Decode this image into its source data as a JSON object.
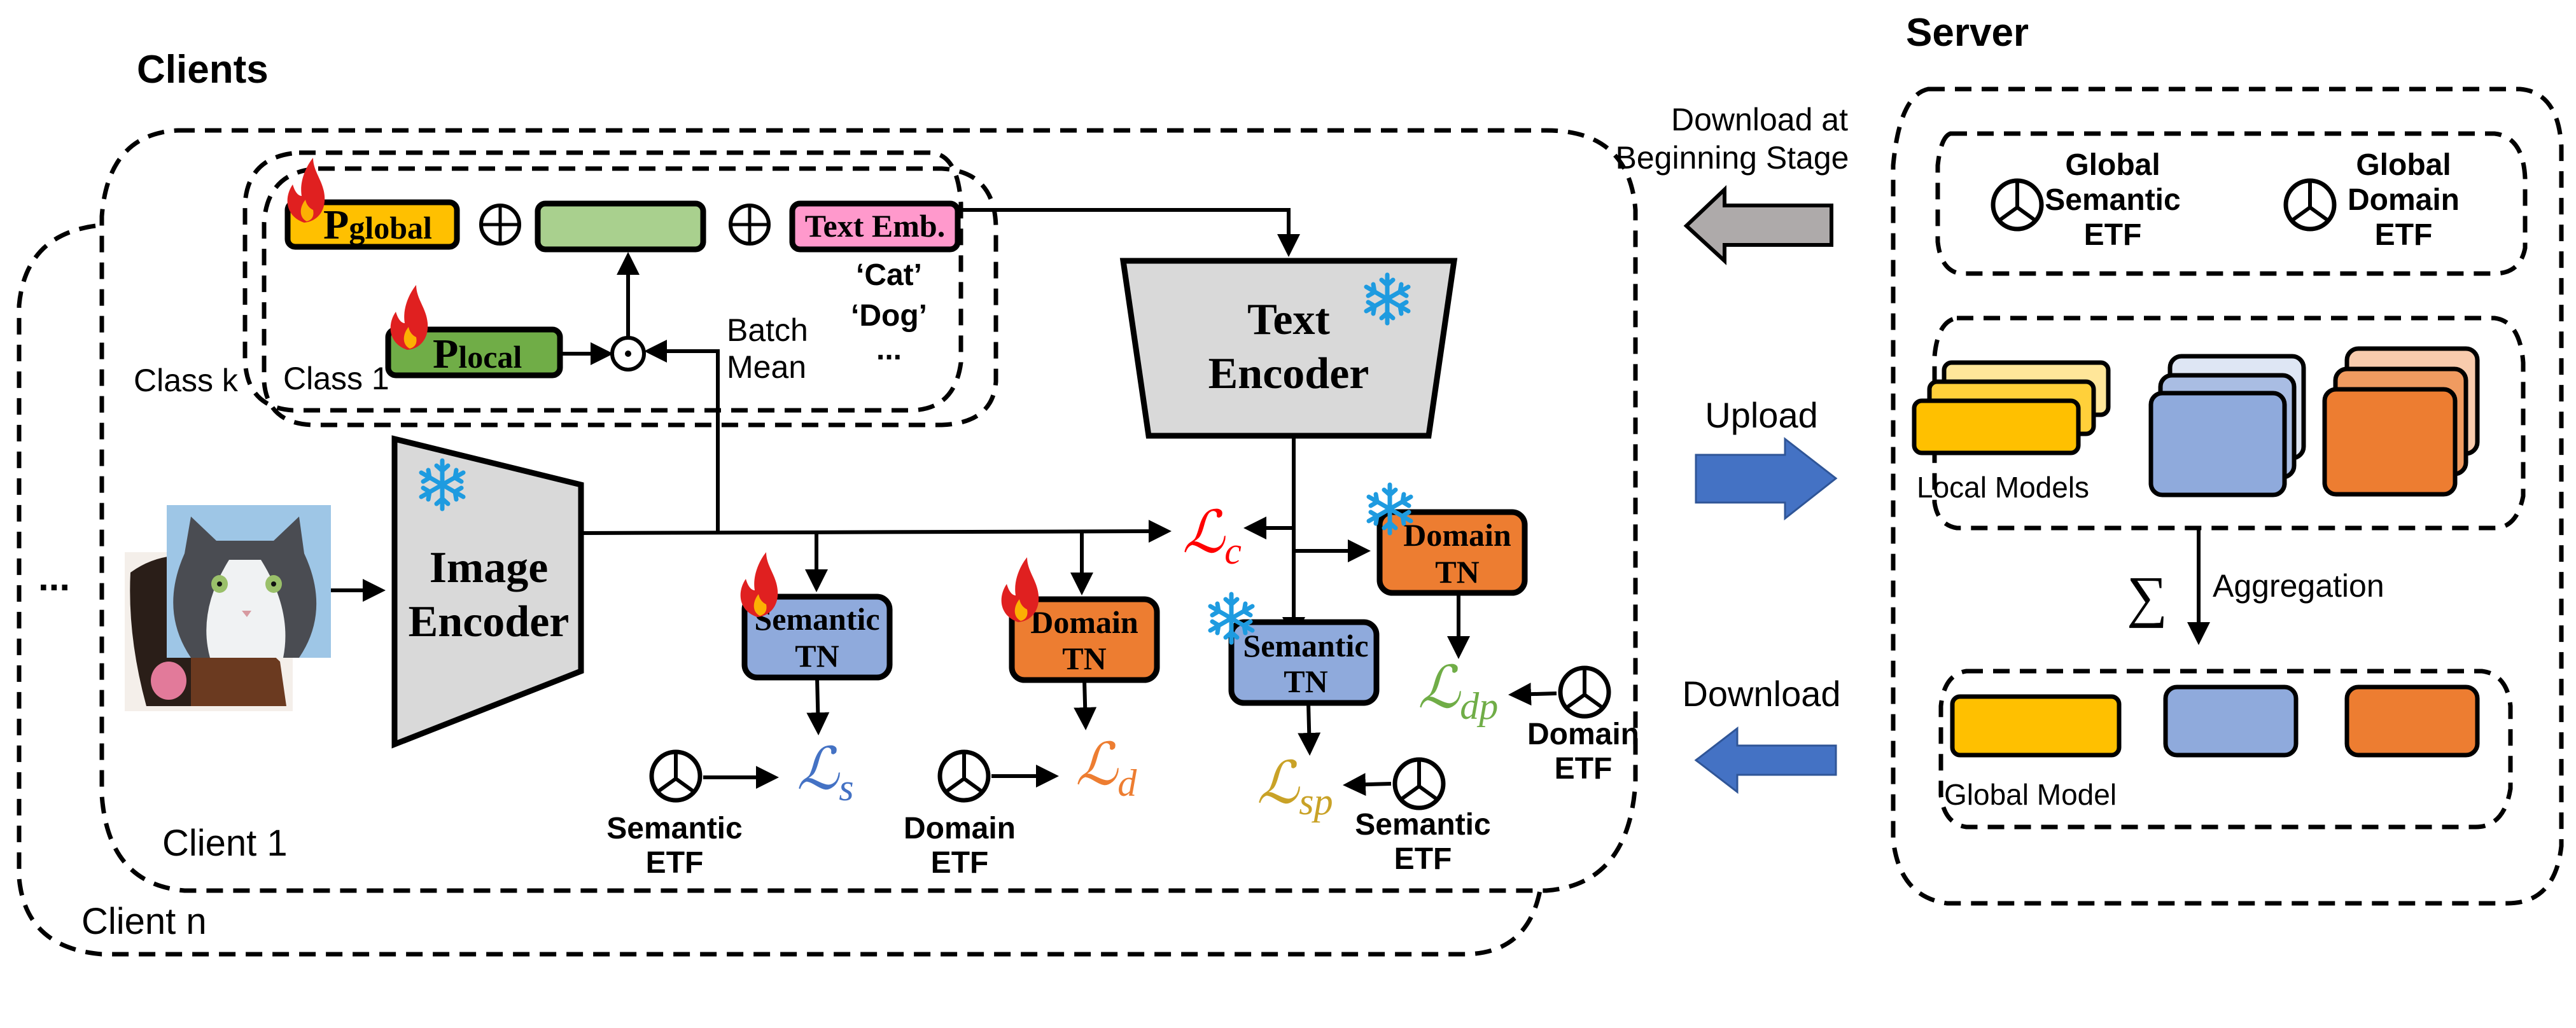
{
  "clients": {
    "title": "Clients",
    "client_1_label": "Client 1",
    "client_n_label": "Client n",
    "ellipsis": "...",
    "prompt_group": {
      "class_k_label": "Class k",
      "class_1_label": "Class 1",
      "p_global": {
        "letter": "P",
        "subscript": "global",
        "status": "trainable",
        "color": "#FFC000"
      },
      "middle_block": {
        "label": "",
        "color": "#A9D08E"
      },
      "text_emb": {
        "label": "Text Emb.",
        "color": "#FF99CC"
      },
      "class_words": [
        "‘Cat’",
        "‘Dog’",
        "..."
      ],
      "p_local": {
        "letter": "P",
        "subscript": "local",
        "status": "trainable",
        "color": "#70AD47"
      },
      "concat_symbol": "⊕",
      "hadamard_symbol": "⊙",
      "batch_mean_label": [
        "Batch",
        "Mean"
      ]
    },
    "image_encoder": {
      "lines": [
        "Image",
        "Encoder"
      ],
      "status": "frozen",
      "color": "#D9D9D9"
    },
    "text_encoder": {
      "lines": [
        "Text",
        "Encoder"
      ],
      "status": "frozen",
      "color": "#D9D9D9"
    },
    "input_image": {
      "description": "cat and dog paintings"
    },
    "transformation_networks": [
      {
        "id": "semantic-tn-local",
        "lines": [
          "Semantic",
          "TN"
        ],
        "status": "trainable",
        "color": "#8FAADC"
      },
      {
        "id": "domain-tn-local",
        "lines": [
          "Domain",
          "TN"
        ],
        "status": "trainable",
        "color": "#ED7D31"
      },
      {
        "id": "semantic-tn-text",
        "lines": [
          "Semantic",
          "TN"
        ],
        "status": "frozen",
        "color": "#8FAADC"
      },
      {
        "id": "domain-tn-text",
        "lines": [
          "Domain",
          "TN"
        ],
        "status": "frozen",
        "color": "#ED7D31"
      }
    ],
    "losses": {
      "lc": {
        "symbol": "ℒ",
        "sub": "c",
        "color": "#FF0000"
      },
      "ls": {
        "symbol": "ℒ",
        "sub": "s",
        "color": "#4472C4"
      },
      "ld": {
        "symbol": "ℒ",
        "sub": "d",
        "color": "#ED7D31"
      },
      "lsp": {
        "symbol": "ℒ",
        "sub": "sp",
        "color": "#C9A227"
      },
      "ldp": {
        "symbol": "ℒ",
        "sub": "dp",
        "color": "#70AD47"
      }
    },
    "etf_labels": {
      "semantic": [
        "Semantic",
        "ETF"
      ],
      "domain": [
        "Domain",
        "ETF"
      ]
    }
  },
  "transfer": {
    "download_initial": [
      "Download at",
      "Beginning Stage"
    ],
    "upload": "Upload",
    "download": "Download",
    "colors": {
      "gray_arrow": "#AEAAAA",
      "blue_arrow": "#4472C4"
    }
  },
  "server": {
    "title": "Server",
    "global_etfs": [
      {
        "lines": [
          "Global",
          "Semantic",
          "ETF"
        ]
      },
      {
        "lines": [
          "Global",
          "Domain",
          "ETF"
        ]
      }
    ],
    "local_models_label": "Local Models",
    "aggregation_symbol": "∑",
    "aggregation_label": "Aggregation",
    "global_model_label": "Global Model",
    "model_colors": {
      "prompt": "#FFC000",
      "semantic": "#8FAADC",
      "domain": "#ED7D31"
    }
  }
}
